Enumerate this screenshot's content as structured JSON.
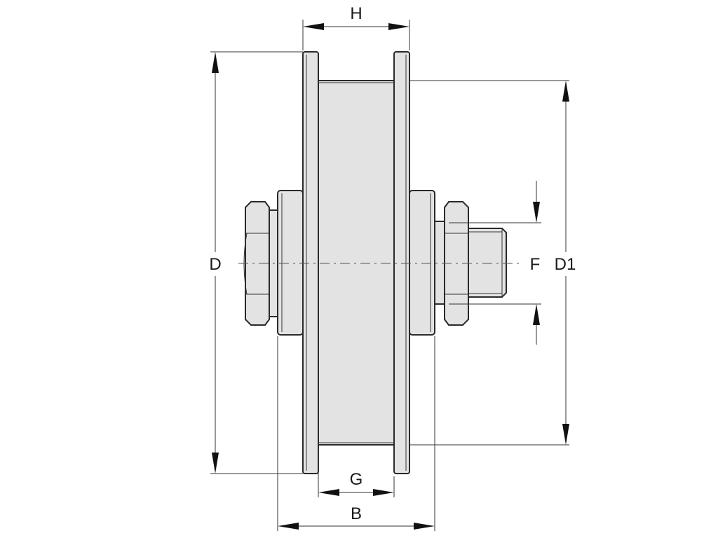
{
  "dimensions": {
    "H": "H",
    "D": "D",
    "D1": "D1",
    "F": "F",
    "G": "G",
    "B": "B"
  },
  "colors": {
    "part_fill": "#e3e3e3",
    "outline": "#2a2a2a",
    "background": "#ffffff"
  }
}
